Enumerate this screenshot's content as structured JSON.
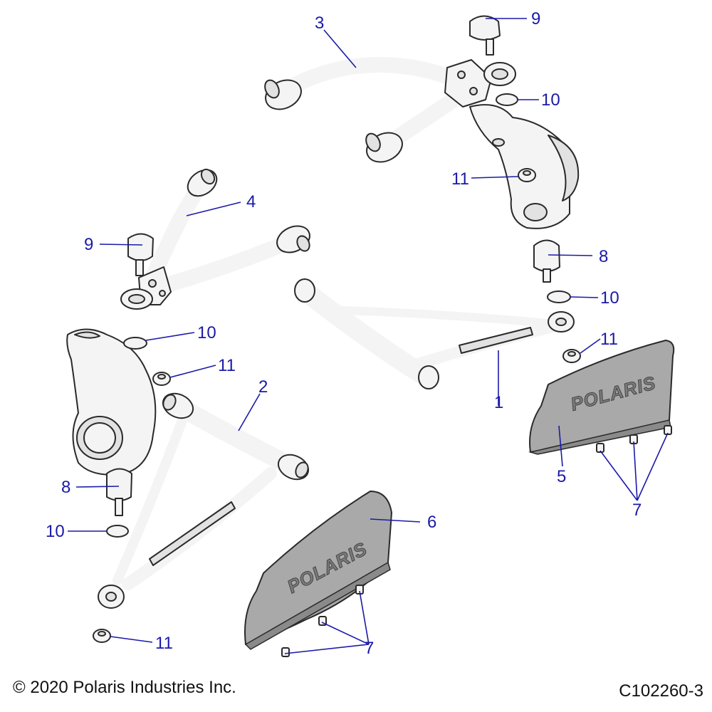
{
  "callouts": [
    {
      "label": "1"
    },
    {
      "label": "2"
    },
    {
      "label": "3"
    },
    {
      "label": "4"
    },
    {
      "label": "5"
    },
    {
      "label": "6"
    },
    {
      "label": "7"
    },
    {
      "label": "8"
    },
    {
      "label": "9"
    },
    {
      "label": "10"
    },
    {
      "label": "11"
    }
  ],
  "guard_brand": "POLARIS",
  "footer": {
    "copyright": "© 2020 Polaris Industries Inc.",
    "drawing_number": "C102260-3"
  },
  "colors": {
    "callout_blue": "#1a1aa8",
    "part_fill": "#f4f4f4",
    "guard_fill": "#a9a9a9",
    "outline": "#2a2a2a"
  }
}
